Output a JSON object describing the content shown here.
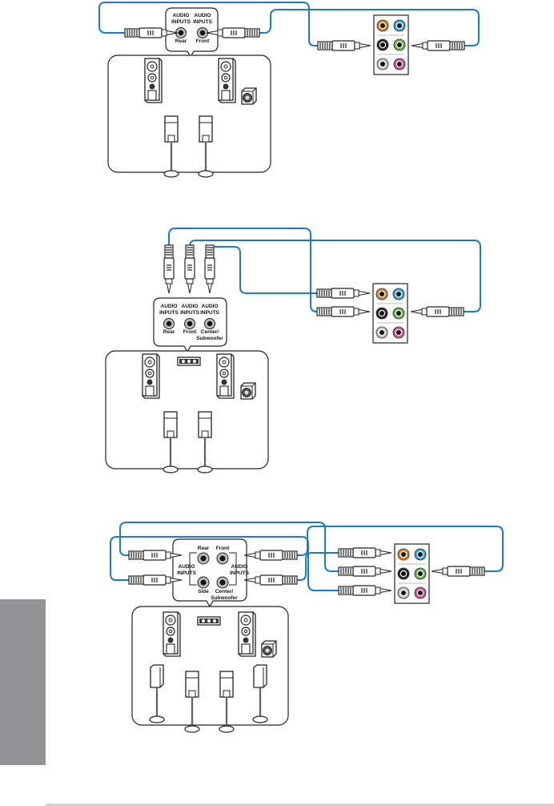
{
  "colors": {
    "cable": "#1a7cc4",
    "outline": "#222222",
    "side_tab": "#939396",
    "rule": "#d4d4d4",
    "jack_orange": "#e0862b",
    "jack_blue": "#3aa9df",
    "jack_black": "#2a2a2a",
    "jack_green": "#6cba4c",
    "jack_grey": "#c8c8c8",
    "jack_pink": "#e24f98"
  },
  "port_panel": {
    "jacks": [
      {
        "name": "orange-jack",
        "color": "#e0862b"
      },
      {
        "name": "blue-jack",
        "color": "#3aa9df"
      },
      {
        "name": "black-jack",
        "color": "#2a2a2a"
      },
      {
        "name": "green-jack",
        "color": "#6cba4c"
      },
      {
        "name": "grey-jack",
        "color": "#c8c8c8"
      },
      {
        "name": "pink-jack",
        "color": "#e24f98"
      }
    ]
  },
  "diagrams": [
    {
      "id": "4-channel",
      "labels": {
        "audio_inputs_1": "AUDIO",
        "audio_inputs_2": "INPUTS",
        "ports": [
          "Rear",
          "Front"
        ]
      },
      "speakers": [
        "front-left",
        "front-right",
        "subwoofer",
        "rear-left",
        "rear-right"
      ]
    },
    {
      "id": "6-channel",
      "labels": {
        "audio_inputs_1": "AUDIO",
        "audio_inputs_2": "INPUTS",
        "ports": [
          "Rear",
          "Front",
          "Center/",
          "Subwoofer"
        ]
      },
      "speakers": [
        "front-left",
        "center",
        "front-right",
        "subwoofer",
        "rear-left",
        "rear-right"
      ]
    },
    {
      "id": "8-channel",
      "labels": {
        "audio_inputs_1": "AUDIO",
        "audio_inputs_2": "INPUTS",
        "ports": [
          "Rear",
          "Front",
          "Side",
          "Center/",
          "Subwoofer"
        ]
      },
      "speakers": [
        "front-left",
        "center",
        "front-right",
        "subwoofer",
        "side-left",
        "rear-left",
        "rear-right",
        "side-right"
      ]
    }
  ]
}
